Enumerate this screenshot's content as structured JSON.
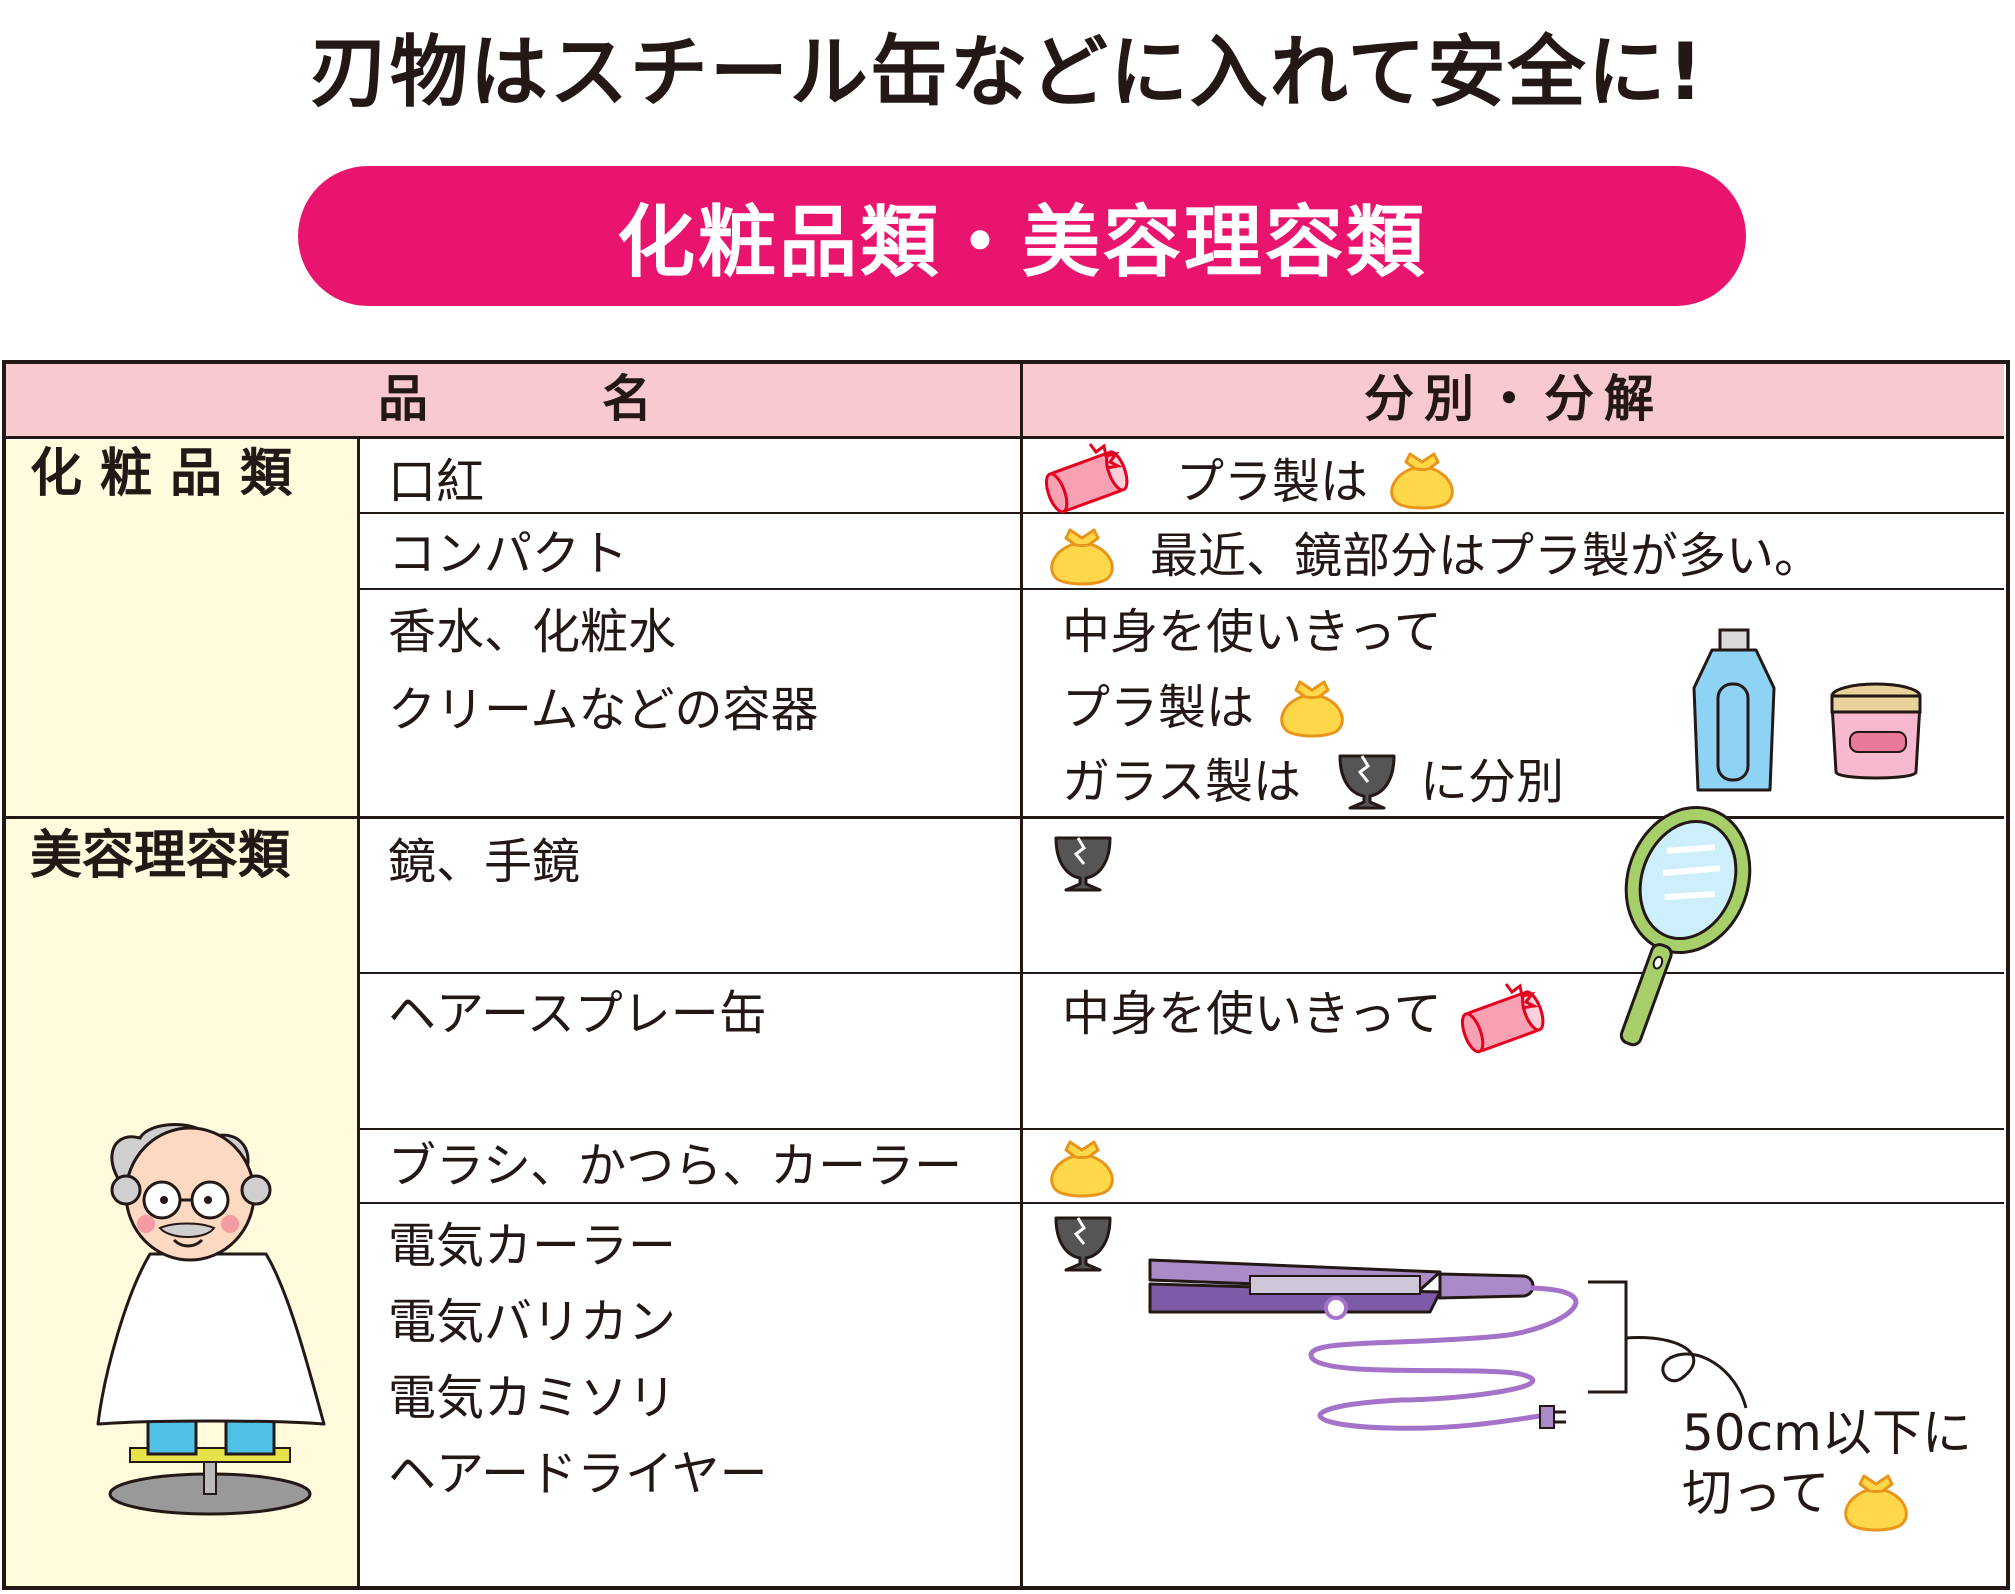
{
  "headline": "刃物はスチール缶などに入れて安全に!",
  "section_title": "化粧品類・美容理容類",
  "table": {
    "header": {
      "col_item": "品　　　名",
      "col_sort": "分別・分解"
    },
    "categories": [
      {
        "name": "化粧品類"
      },
      {
        "name": "美容理容類"
      }
    ],
    "rows": [
      {
        "item": "口紅",
        "sort_text": "プラ製は"
      },
      {
        "item": "コンパクト",
        "sort_text": "最近、鏡部分はプラ製が多い。"
      },
      {
        "item_lines": [
          "香水、化粧水",
          "クリームなどの容器"
        ],
        "sort_lines": [
          "中身を使いきって",
          "プラ製は",
          "ガラス製は",
          "に分別"
        ]
      },
      {
        "item": "鏡、手鏡"
      },
      {
        "item": "ヘアースプレー缶",
        "sort_text": "中身を使いきって"
      },
      {
        "item": "ブラシ、かつら、カーラー"
      },
      {
        "item_lines": [
          "電気カーラー",
          "電気バリカン",
          "電気カミソリ",
          "ヘアードライヤー"
        ]
      }
    ],
    "cord_note": [
      "50cm以下に",
      "切って"
    ]
  },
  "icons": {
    "can": "spray-can-icon",
    "bag": "garbage-bag-icon",
    "broken": "broken-glass-icon"
  },
  "colors": {
    "banner": "#e8146e",
    "header_row": "#f8c9cf",
    "category_column": "#fffbdc",
    "bag": "#ffd84a",
    "can": "#f7a1b3"
  }
}
